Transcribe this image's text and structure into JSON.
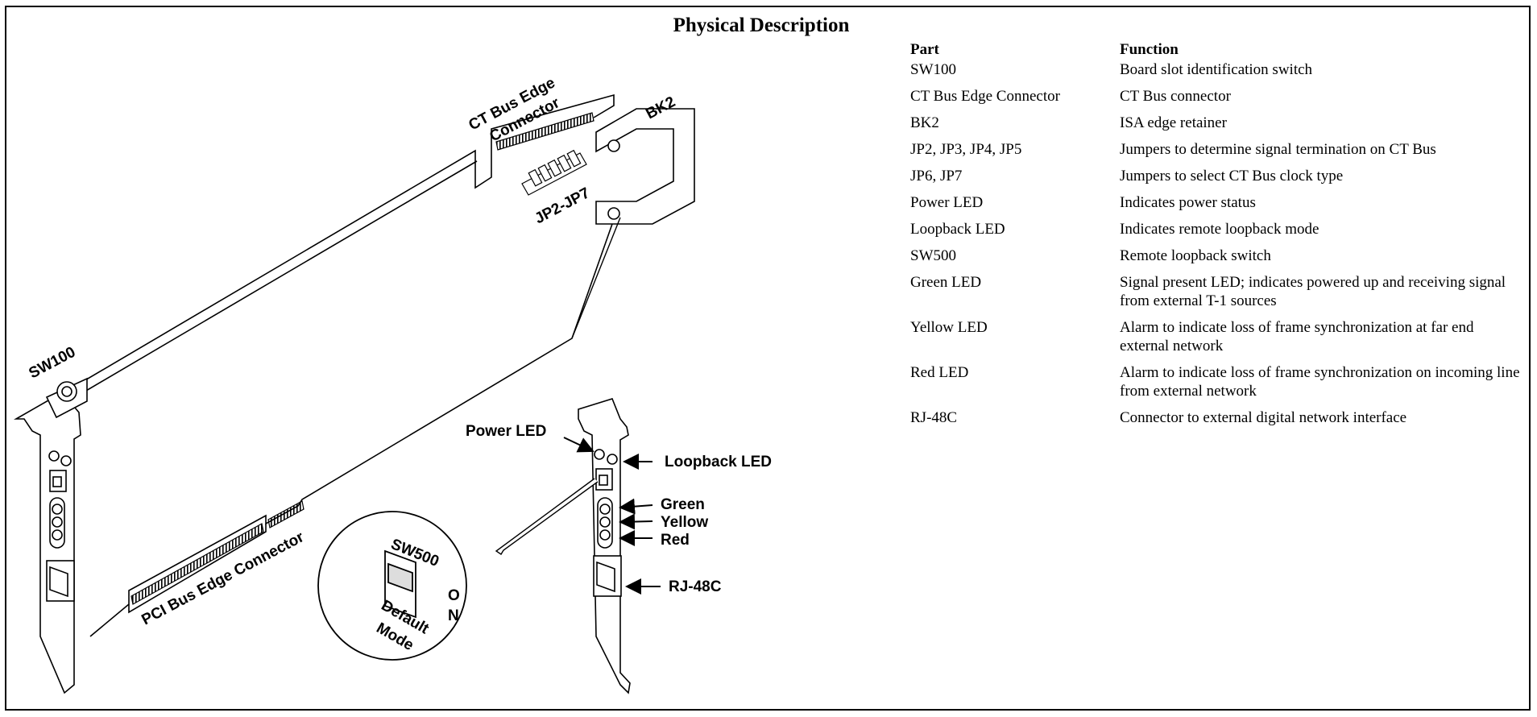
{
  "title": "Physical Description",
  "diagram": {
    "labels": {
      "ct_bus_edge_connector_line1": "CT Bus Edge",
      "ct_bus_edge_connector_line2": "Connector",
      "bk2": "BK2",
      "jp2_jp7": "JP2-JP7",
      "sw100": "SW100",
      "pci_bus_edge_connector": "PCI Bus Edge Connector",
      "power_led": "Power LED",
      "loopback_led": "Loopback LED",
      "green": "Green",
      "yellow": "Yellow",
      "red": "Red",
      "rj48c": "RJ-48C",
      "sw500": "SW500",
      "on_o": "O",
      "on_n": "N",
      "default": "Default",
      "mode": "Mode"
    }
  },
  "table": {
    "headers": {
      "part": "Part",
      "function": "Function"
    },
    "rows": [
      {
        "part": "SW100",
        "function": "Board slot identification switch"
      },
      {
        "part": "CT Bus Edge Connector",
        "function": "CT Bus connector"
      },
      {
        "part": "BK2",
        "function": "ISA edge retainer"
      },
      {
        "part": "JP2, JP3, JP4, JP5",
        "function": "Jumpers to determine signal termination on CT Bus"
      },
      {
        "part": "JP6, JP7",
        "function": "Jumpers to select CT Bus clock type"
      },
      {
        "part": "Power LED",
        "function": "Indicates power status"
      },
      {
        "part": "Loopback LED",
        "function": "Indicates remote loopback mode"
      },
      {
        "part": "SW500",
        "function": "Remote loopback switch"
      },
      {
        "part": "Green LED",
        "function": "Signal present LED; indicates powered up and receiving signal from external T-1 sources"
      },
      {
        "part": "Yellow LED",
        "function": "Alarm to indicate loss of frame synchronization at far end external network"
      },
      {
        "part": "Red LED",
        "function": "Alarm to indicate loss of frame synchronization on incoming line from external network"
      },
      {
        "part": "RJ-48C",
        "function": "Connector to external digital network interface"
      }
    ]
  }
}
